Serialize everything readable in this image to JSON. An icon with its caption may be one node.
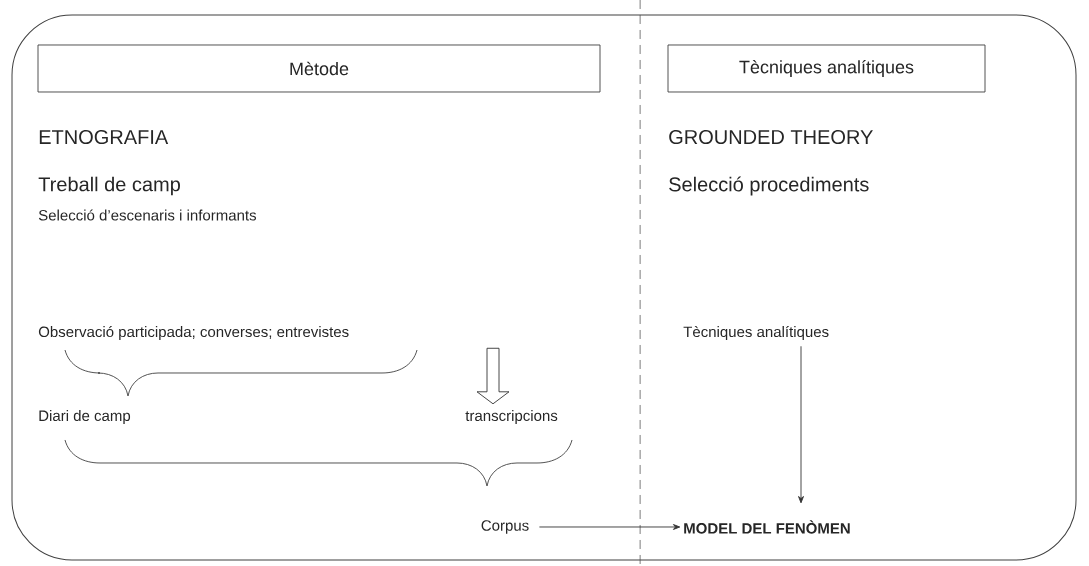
{
  "diagram": {
    "nodes": [
      {
        "text": [
          "Mètode"
        ]
      },
      {
        "text": [
          "Tècniques analítiques"
        ]
      },
      {
        "text": [
          "Observació participada; converses; entrevistes"
        ]
      },
      {
        "text": [
          "transcripcions"
        ]
      },
      {
        "text": [
          "Tècniques analítiques"
        ]
      },
      {
        "text": [
          "Corpus"
        ]
      },
      {
        "text": [
          "**MODEL DEL FENÒMEN**"
        ]
      }
    ],
    "edges": [
      {
        "from": 2,
        "to": 3,
        "arrow": "to"
      },
      {
        "from": 4,
        "to": 6,
        "arrow": "to"
      },
      {
        "from": 5,
        "to": 6,
        "arrow": "to"
      }
    ],
    "labels": [
      "ETNOGRAFIA",
      "GROUNDED THEORY",
      "Treball de camp",
      "Selecció procediments",
      "Selecció d’escenaris i informants",
      "Diari de camp"
    ]
  }
}
